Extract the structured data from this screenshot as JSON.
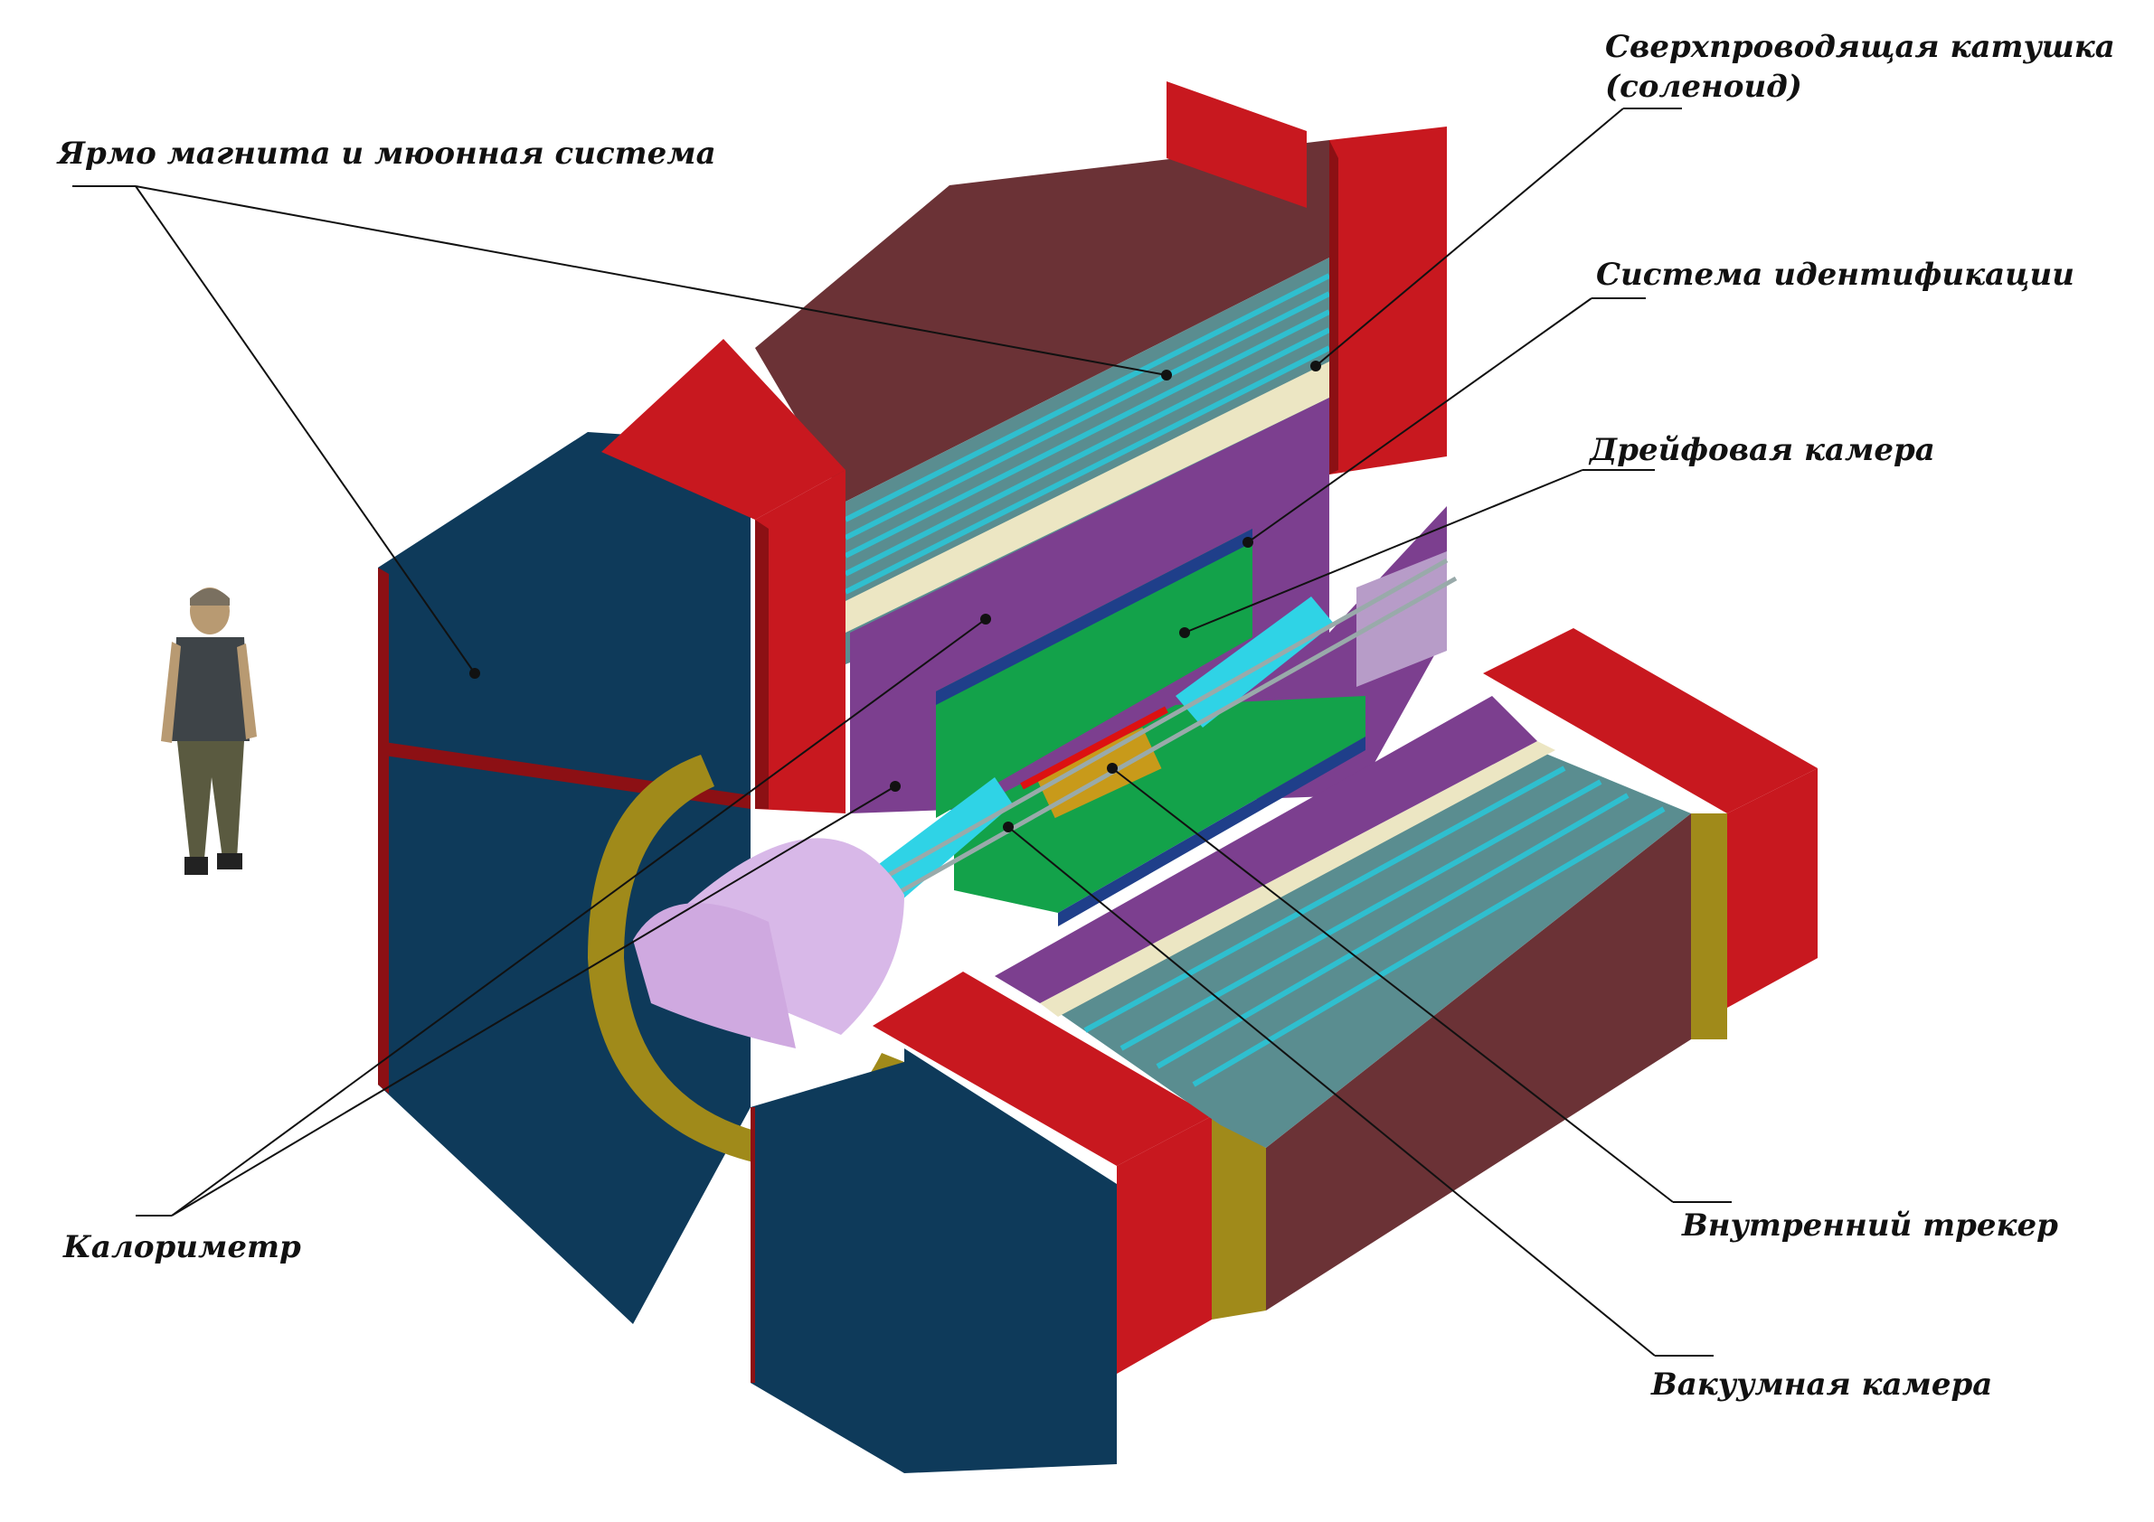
{
  "labels": {
    "yoke": "Ярмо магнита и мюонная система",
    "coil_line1": "Сверхпроводящая катушка",
    "coil_line2": "(соленоид)",
    "identification": "Система идентификации",
    "drift_chamber": "Дрейфовая камера",
    "calorimeter": "Калориметр",
    "inner_tracker": "Внутренний трекер",
    "vacuum_chamber": "Вакуумная камера"
  },
  "colors": {
    "yoke_blue": "#0e3a5a",
    "yoke_red": "#c8181f",
    "yoke_brown": "#6b3236",
    "solenoid_cream": "#ece6c3",
    "calorimeter_purple": "#7c3f8f",
    "drift_green": "#13a24a",
    "tracker_cyan": "#2fd3e6",
    "flange_gold": "#a08a1a",
    "muon_stripes": "#2fbfcf"
  }
}
